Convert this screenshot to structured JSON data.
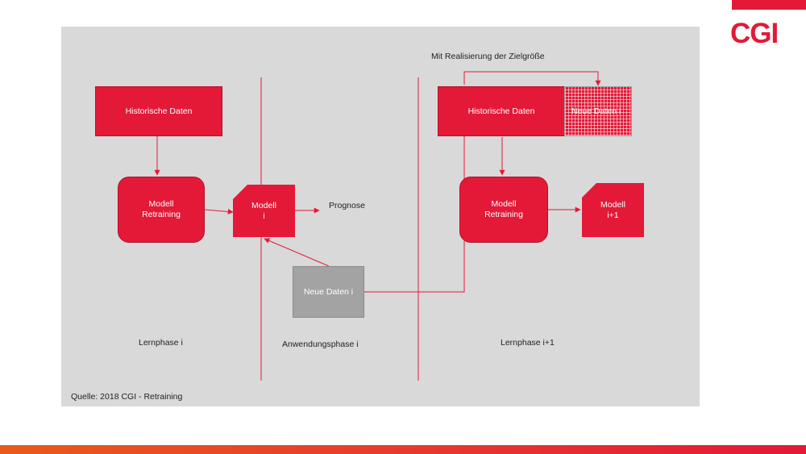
{
  "logo": {
    "text": "CGI",
    "color": "#e31937"
  },
  "annotations": {
    "realisierung": "Mit Realisierung der Zielgröße",
    "prognose": "Prognose",
    "lernphase_i": "Lernphase i",
    "anwendungsphase_i": "Anwendungsphase i",
    "lernphase_i1": "Lernphase i+1",
    "quelle": "Quelle: 2018 CGI - Retraining"
  },
  "nodes": {
    "historische_daten_left": "Historische Daten",
    "modell_retraining_left": "Modell\nRetraining",
    "modell_i": "Modell\ni",
    "neue_daten_grey": "Neue Daten i",
    "historische_daten_right": "Historische Daten",
    "neue_daten_hatched": "Neue Daten i",
    "modell_retraining_right": "Modell\nRetraining",
    "modell_i1": "Modell\ni+1"
  },
  "colors": {
    "accent": "#e31937",
    "panel": "#d9d9d9",
    "grey_box": "#a3a3a3",
    "gradient_start": "#e85a1c"
  }
}
